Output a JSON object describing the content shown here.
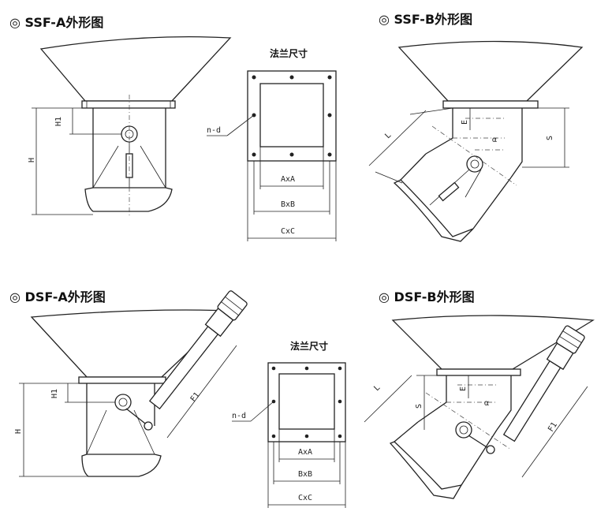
{
  "titles": {
    "ssf_a": "◎ SSF-A外形图",
    "ssf_b": "◎ SSF-B外形图",
    "dsf_a": "◎ DSF-A外形图",
    "dsf_b": "◎ DSF-B外形图"
  },
  "flange": {
    "title": "法兰尺寸",
    "hole_label": "n-d",
    "a": "AxA",
    "b": "BxB",
    "c": "CxC"
  },
  "dims": {
    "h": "H",
    "h1": "H1",
    "l": "L",
    "e": "E",
    "s": "S",
    "alpha": "α",
    "f1": "F1"
  },
  "colors": {
    "line": "#222222",
    "background": "#ffffff"
  }
}
